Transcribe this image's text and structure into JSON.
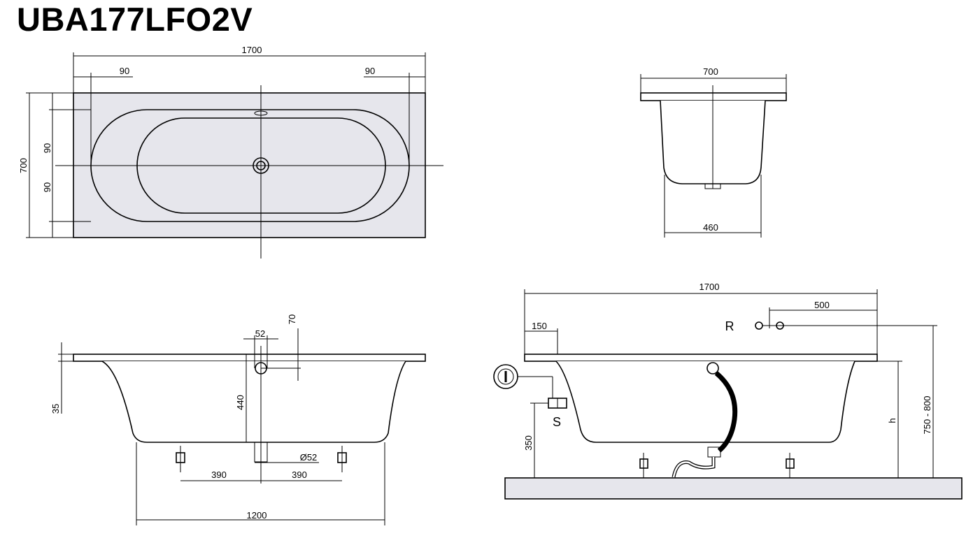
{
  "title": "UBA177LFO2V",
  "top_view": {
    "length": "1700",
    "width": "700",
    "offset_left": "90",
    "offset_right": "90",
    "offset_top": "90",
    "offset_bottom": "90"
  },
  "end_view": {
    "width_top": "700",
    "width_bottom": "460"
  },
  "side_view": {
    "rim_thickness": "35",
    "overflow_height": "70",
    "overflow_dia": "52",
    "drain_depth": "440",
    "drain_dia": "Ø52",
    "foot_left": "390",
    "foot_right": "390",
    "base_length": "1200"
  },
  "install_view": {
    "length": "1700",
    "tap_offset": "500",
    "trap_offset": "150",
    "tap_label": "R",
    "trap_label": "S",
    "trap_height": "350",
    "height_label": "h",
    "total_height": "750 - 800"
  }
}
